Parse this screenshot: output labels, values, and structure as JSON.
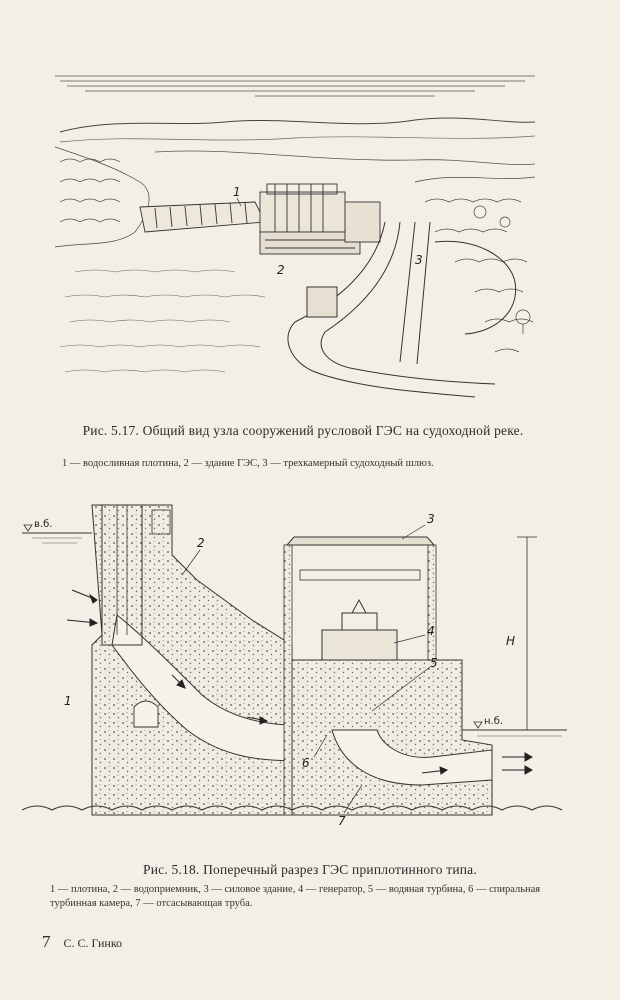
{
  "figure1": {
    "caption": "Рис. 5.17. Общий вид узла сооружений русловой ГЭС на судоходной реке.",
    "legend": "1 — водосливная плотина, 2 — здание ГЭС, 3 — трехкамерный судоходный шлюз.",
    "labels": [
      "1",
      "2",
      "3"
    ]
  },
  "figure2": {
    "caption": "Рис. 5.18. Поперечный разрез ГЭС приплотинного типа.",
    "legend": "1 — плотина, 2 — водоприемник, 3 — силовое здание, 4 — генератор, 5 — водяная турбина, 6 — спиральная турбинная камера, 7 — отсасывающая труба.",
    "labels": [
      "1",
      "2",
      "3",
      "4",
      "5",
      "6",
      "7"
    ],
    "level_upper": "в.б.",
    "level_lower": "н.б.",
    "head_label": "H"
  },
  "footer": {
    "page_number": "7",
    "author": "С. С. Гинко"
  }
}
